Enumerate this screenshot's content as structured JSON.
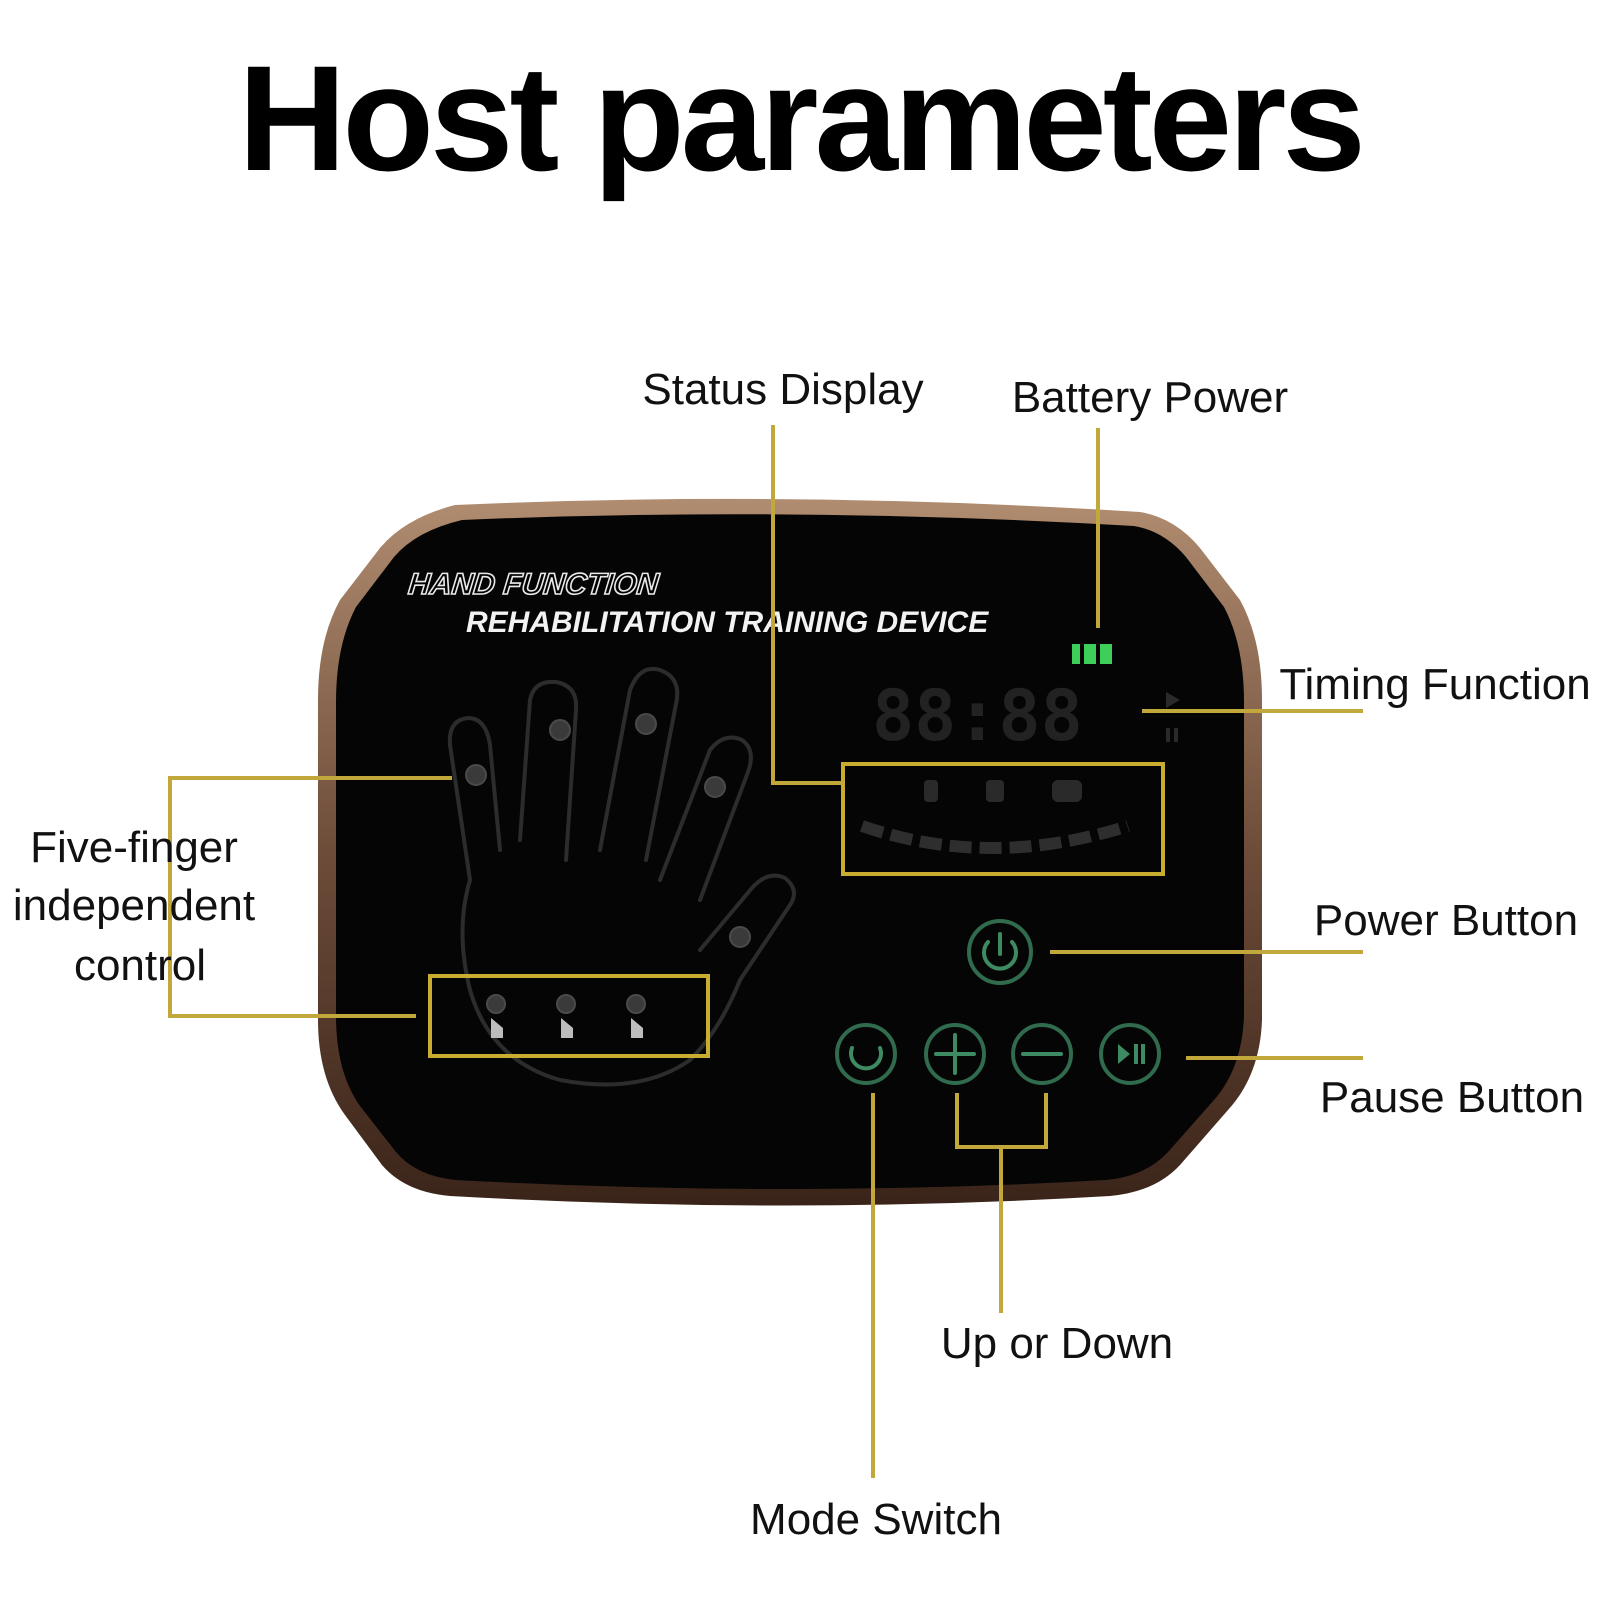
{
  "title": "Host parameters",
  "device": {
    "brand_line_1": "HAND FUNCTION",
    "brand_line_2": "REHABILITATION TRAINING DEVICE",
    "timer_digits": "88:88",
    "battery_level": 1.0
  },
  "callouts": {
    "status_display": "Status Display",
    "battery_power": "Battery Power",
    "timing_function": "Timing Function",
    "five_finger": [
      "Five-finger",
      "independent",
      "control"
    ],
    "power_button": "Power Button",
    "pause_button": "Pause Button",
    "up_or_down": "Up or Down",
    "mode_switch": "Mode Switch"
  },
  "icons": {
    "power_button": "power-icon",
    "mode_button": "mode-cycle-icon",
    "up_button": "plus-icon",
    "down_button": "minus-icon",
    "pause_button": "play-pause-icon"
  },
  "colors": {
    "callout_line": "#c2a83a",
    "battery_green": "#3ecf5a",
    "button_ring": "#2f6b4c",
    "device_body": "#050505",
    "device_rim": "#7a5a45"
  }
}
